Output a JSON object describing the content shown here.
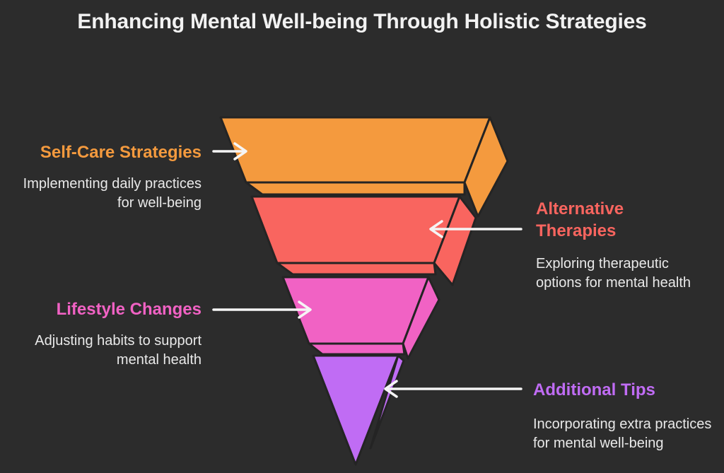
{
  "title": "Enhancing Mental Well-being Through Holistic Strategies",
  "background_color": "#2C2C2C",
  "outline_color": "#242424",
  "arrow_color": "#F5F5F5",
  "body_text_color": "#E9E9E9",
  "title_color": "#F2F2F2",
  "diagram_type": "inverted-pyramid-funnel",
  "levels": [
    {
      "heading": "Self-Care Strategies",
      "description": "Implementing daily practices for well-being",
      "color": "#F49A3E",
      "label_side": "left"
    },
    {
      "heading": "Alternative Therapies",
      "description": "Exploring therapeutic options for mental health",
      "color": "#F9655F",
      "label_side": "right"
    },
    {
      "heading": "Lifestyle Changes",
      "description": "Adjusting habits to support mental health",
      "color": "#F162C4",
      "label_side": "left"
    },
    {
      "heading": "Additional Tips",
      "description": "Incorporating extra practices for mental well-being",
      "color": "#C06CF4",
      "label_side": "right"
    }
  ]
}
